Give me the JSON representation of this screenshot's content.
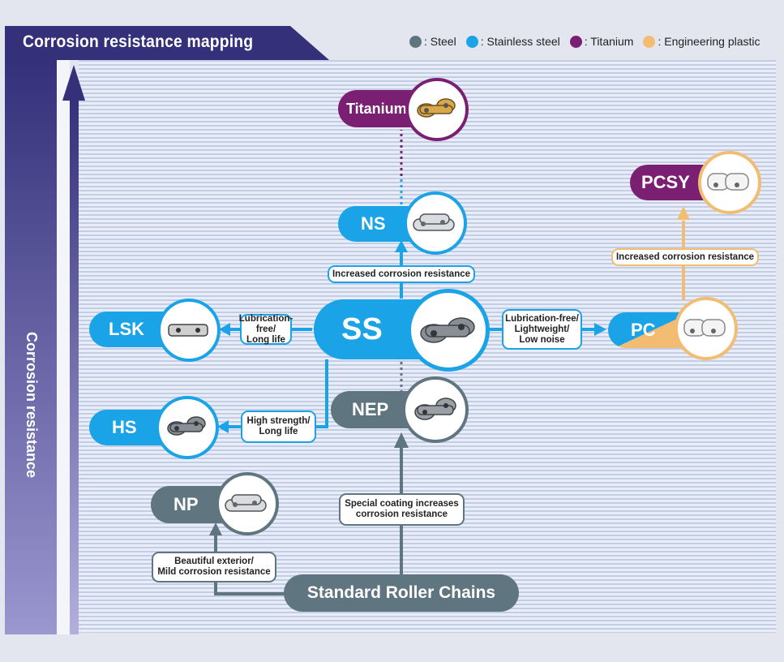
{
  "title": "Corrosion resistance mapping",
  "axis_label": "Corrosion resistance",
  "legend": [
    {
      "label": ": Steel",
      "color": "#5f7580"
    },
    {
      "label": ": Stainless steel",
      "color": "#1aa3e6"
    },
    {
      "label": ": Titanium",
      "color": "#7b1f73"
    },
    {
      "label": ": Engineering plastic",
      "color": "#f2bd73"
    }
  ],
  "nodes": {
    "titanium": "Titanium",
    "ns": "NS",
    "pcsy": "PCSY",
    "lsk": "LSK",
    "ss": "SS",
    "pc": "PC",
    "hs": "HS",
    "nep": "NEP",
    "np": "NP",
    "standard": "Standard Roller Chains"
  },
  "notes": {
    "increased_ns": "Increased corrosion resistance",
    "increased_pcsy": "Increased corrosion resistance",
    "lsk": "Lubrication-free/\nLong life",
    "pc": "Lubrication-free/\nLightweight/\nLow noise",
    "hs": "High strength/\nLong life",
    "nep": "Special coating increases\ncorrosion resistance",
    "np": "Beautiful exterior/\nMild corrosion resistance"
  },
  "colors": {
    "navy": "#34307a",
    "steel": "#5f7580",
    "stainless": "#1aa3e6",
    "titanium": "#7b1f73",
    "plastic": "#f2bd73"
  }
}
